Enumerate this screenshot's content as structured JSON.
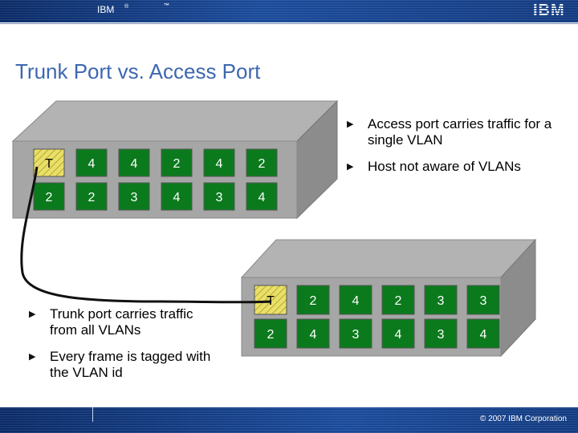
{
  "header": {
    "brand": "IBM",
    "reg": "®",
    "tm": "™",
    "logo": "IBM"
  },
  "title": "Trunk Port vs. Access Port",
  "right_bullets": [
    "Access port carries traffic for a single VLAN",
    "Host not aware of VLANs"
  ],
  "left_bullets": [
    "Trunk port carries traffic from all VLANs",
    "Every frame is tagged with the VLAN id"
  ],
  "switch1": {
    "row1": [
      "T",
      "4",
      "4",
      "2",
      "4",
      "2"
    ],
    "row2": [
      "2",
      "2",
      "3",
      "4",
      "3",
      "4"
    ]
  },
  "switch2": {
    "row1": [
      "T",
      "2",
      "4",
      "2",
      "3",
      "3"
    ],
    "row2": [
      "2",
      "4",
      "3",
      "4",
      "3",
      "4"
    ]
  },
  "footer": {
    "copyright": "© 2007 IBM Corporation"
  },
  "colors": {
    "green": "#0b7a1d",
    "yellow": "#e9e06a",
    "title": "#3d67b1"
  }
}
